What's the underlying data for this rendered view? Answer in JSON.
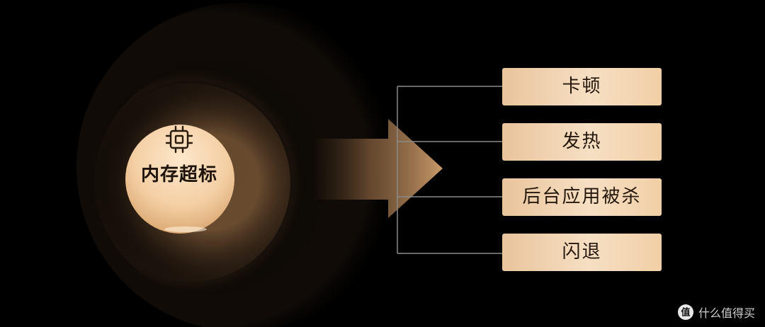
{
  "diagram": {
    "cause": {
      "label": "内存超标",
      "icon": "chip-icon"
    },
    "effects": [
      {
        "label": "卡顿"
      },
      {
        "label": "发热"
      },
      {
        "label": "后台应用被杀"
      },
      {
        "label": "闪退"
      }
    ]
  },
  "watermark": {
    "text": "什么值得买",
    "icon": "zhi-logo-icon"
  },
  "colors": {
    "background": "#000000",
    "accent": "#f2d2ad",
    "connector": "#8a8a8a"
  }
}
